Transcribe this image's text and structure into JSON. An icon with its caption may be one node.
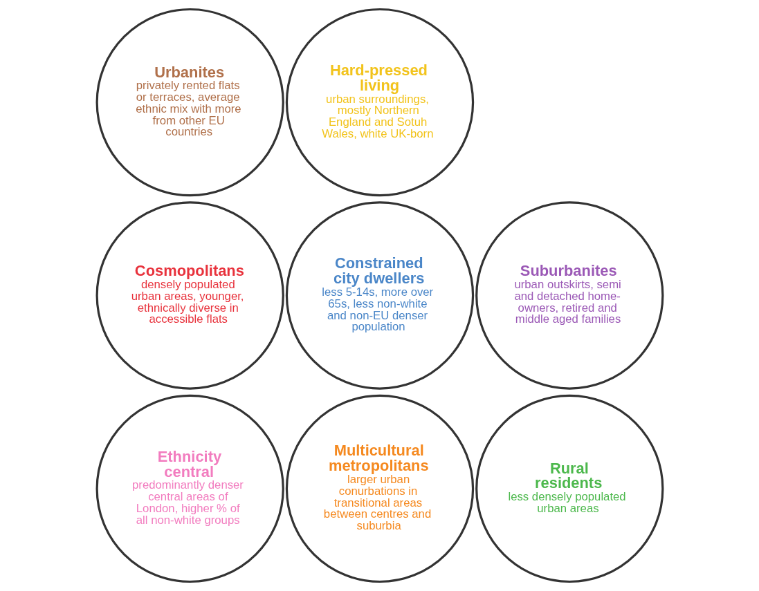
{
  "diagram": {
    "nodes": [
      {
        "text": [
          "Urbanites",
          "privately rented flats or terraces, average ethnic mix with more from other EU countries"
        ]
      },
      {
        "text": [
          "Hard-pressed living",
          "urban surroundings, mostly Northern England and Sotuh Wales, white UK-born"
        ]
      },
      {
        "text": [
          "Cosmopolitans",
          "densely populated urban areas, younger, ethnically diverse in accessible flats"
        ]
      },
      {
        "text": [
          "Constrained city dwellers",
          "less 5-14s, more over 65s, less non-white and non-EU denser population"
        ]
      },
      {
        "text": [
          "Suburbanites",
          "urban outskirts, semi and detached home-owners, retired and middle aged families"
        ]
      },
      {
        "text": [
          "Ethnicity central",
          "predominantly denser central areas of London, higher % of all non-white groups"
        ]
      },
      {
        "text": [
          "Multicultural metropolitans",
          "larger urban conurbations in transitional areas between centres and suburbia"
        ]
      },
      {
        "text": [
          "Rural residents",
          "less densely populated urban areas"
        ]
      }
    ],
    "edges": []
  }
}
